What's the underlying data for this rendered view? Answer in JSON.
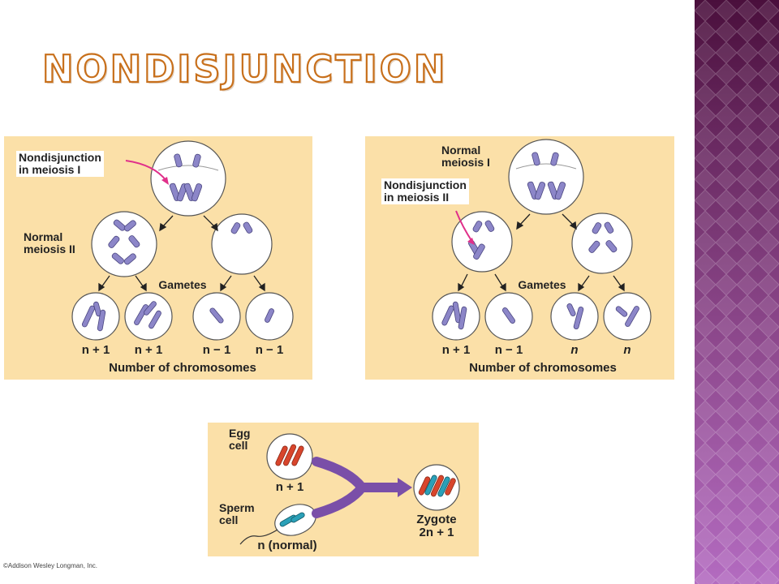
{
  "slide": {
    "title": "Nondisjunction",
    "copyright": "©Addison Wesley Longman, Inc."
  },
  "panel_left": {
    "callout": "Nondisjunction\nin meiosis I",
    "side_label": "Normal\nmeiosis II",
    "gametes": "Gametes",
    "counts": [
      "n + 1",
      "n + 1",
      "n − 1",
      "n − 1"
    ],
    "footer": "Number of chromosomes"
  },
  "panel_right": {
    "top_label": "Normal\nmeiosis I",
    "callout": "Nondisjunction\nin meiosis II",
    "gametes": "Gametes",
    "counts": [
      "n + 1",
      "n − 1",
      "n",
      "n"
    ],
    "footer": "Number of chromosomes"
  },
  "panel_bottom": {
    "egg_label": "Egg\ncell",
    "egg_count": "n + 1",
    "sperm_label": "Sperm\ncell",
    "sperm_count": "n (normal)",
    "zygote_label": "Zygote",
    "zygote_count": "2n + 1"
  },
  "colors": {
    "panel_bg": "#fbe0a8",
    "chromosome": "#8c86c8",
    "chromosome_red": "#d8452c",
    "chromosome_teal": "#2aa0b8",
    "arrow_purple": "#7a4fa8",
    "callout_arrow": "#e0308a",
    "title_outline": "#c8701c",
    "sidebar": "#7a3a78"
  }
}
